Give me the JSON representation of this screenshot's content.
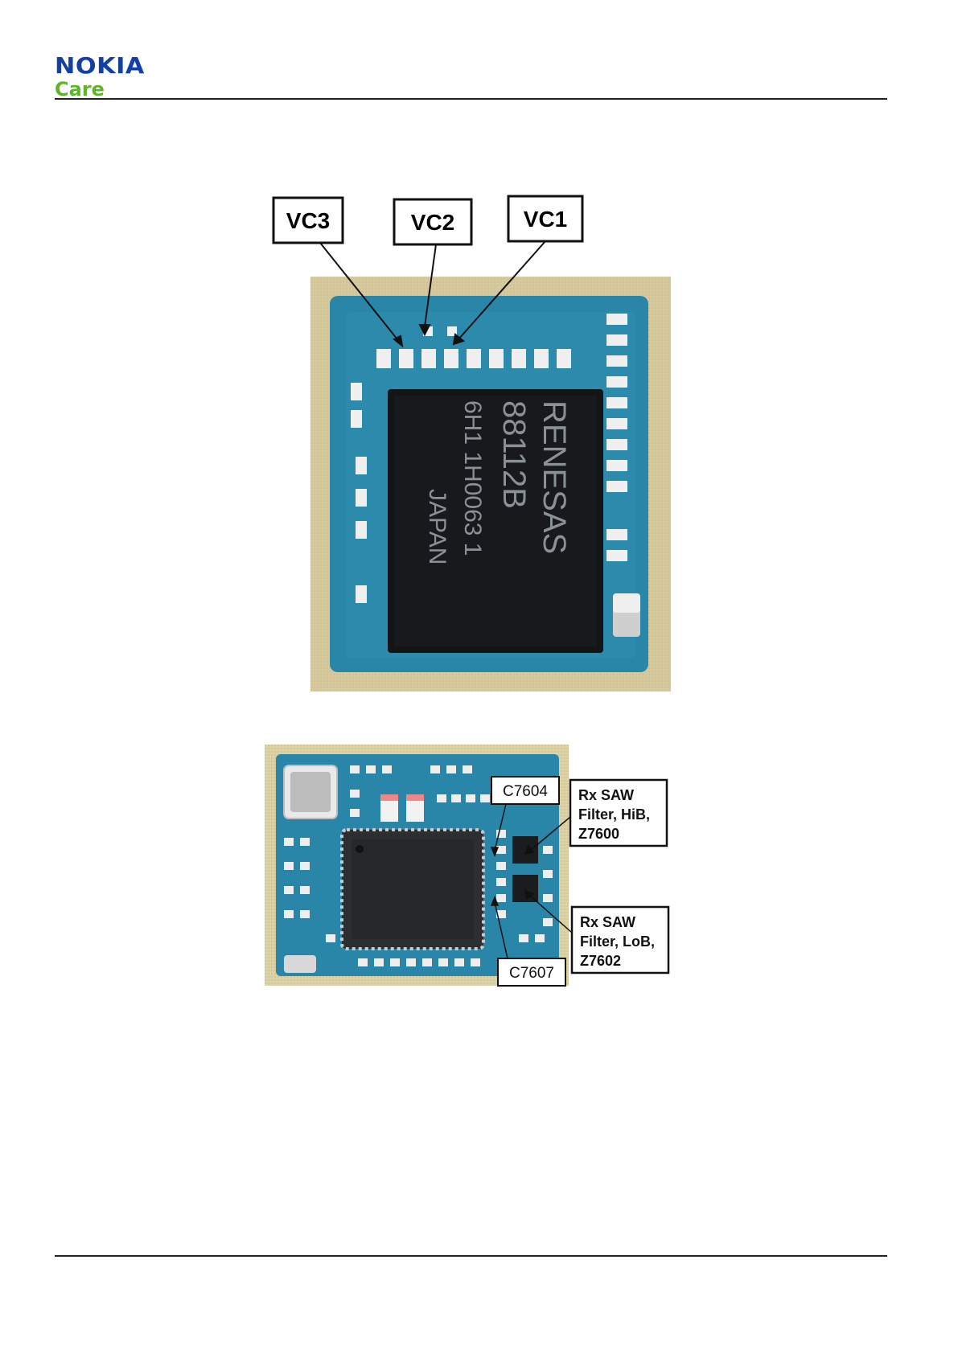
{
  "header": {
    "logo_brand": "NOKIA",
    "logo_sub": "Care"
  },
  "figure1": {
    "callouts": [
      "VC3",
      "VC2",
      "VC1"
    ],
    "chip_marking": [
      "RENESAS",
      "88112B",
      "6H1 1H0063 1",
      "JAPAN"
    ]
  },
  "figure2": {
    "callout_c7604": "C7604",
    "callout_c7607": "C7607",
    "saw_hib": [
      "Rx SAW",
      "Filter, HiB,",
      "Z7600"
    ],
    "saw_lob": [
      "Rx SAW",
      "Filter, LoB,",
      "Z7602"
    ]
  },
  "colors": {
    "nokia_blue": "#1240a6",
    "care_green": "#5db52a",
    "pcb_blue": "#2a86a8",
    "pcb_gold": "#d2c59a"
  }
}
